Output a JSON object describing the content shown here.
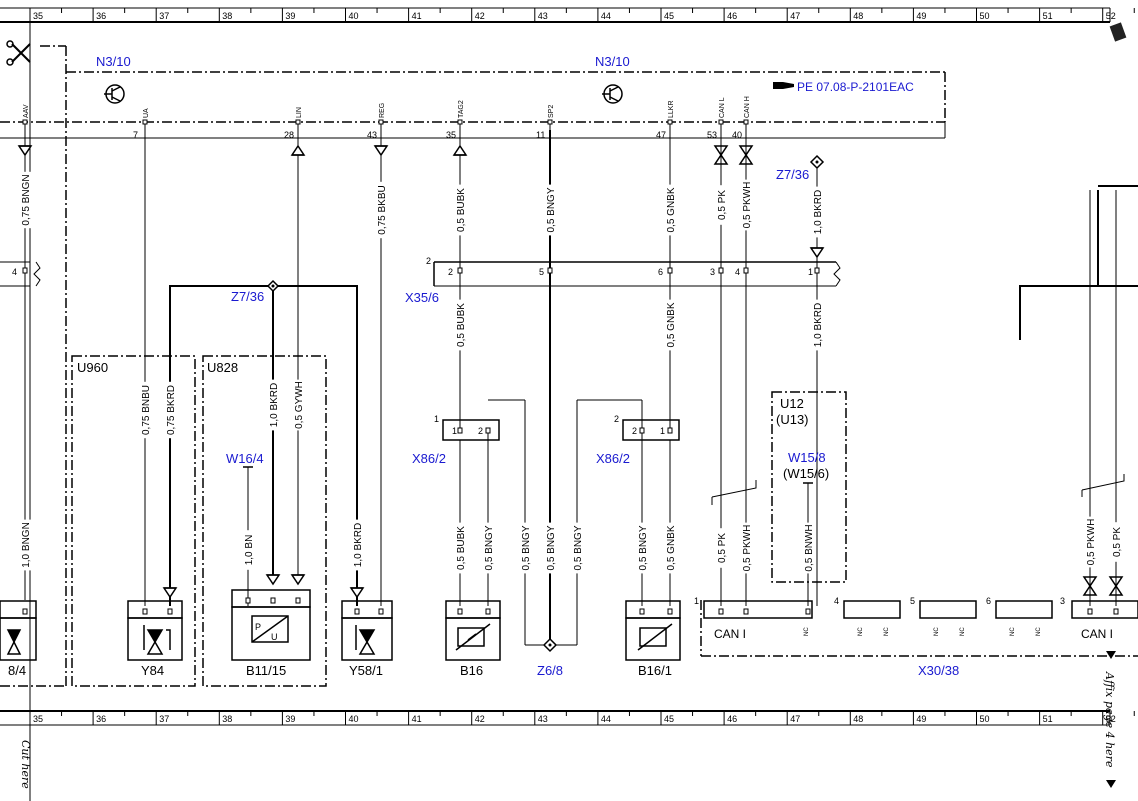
{
  "ruler": {
    "numbers": [
      "35",
      "36",
      "37",
      "38",
      "39",
      "40",
      "41",
      "42",
      "43",
      "44",
      "45",
      "46",
      "47",
      "48",
      "49",
      "50",
      "51",
      "52"
    ]
  },
  "components": {
    "n3_10_left": "N3/10",
    "n3_10_right": "N3/10",
    "pe_ref": "PE 07.08-P-2101EAC",
    "z7_36_top": "Z7/36",
    "z7_36_left": "Z7/36",
    "x35_6": "X35/6",
    "u960": "U960",
    "u828": "U828",
    "w16_4": "W16/4",
    "x86_2_left": "X86/2",
    "x86_2_right": "X86/2",
    "u12": "U12",
    "u13": "(U13)",
    "w15_8": "W15/8",
    "w15_6": "(W15/6)",
    "y84": "Y84",
    "b11_15": "B11/15",
    "y58_1": "Y58/1",
    "b16": "B16",
    "z6_8": "Z6/8",
    "b16_1": "B16/1",
    "x30_38": "X30/38",
    "left_comp": "8/4",
    "can_i_left": "CAN I",
    "can_i_right": "CAN I"
  },
  "side_text": {
    "cut_here": "Cut here",
    "affix": "Affix page 4 here"
  },
  "signals": [
    "AAV",
    "UA",
    "LIN",
    "REG",
    "TAG2",
    "SP2",
    "LLKR",
    "CAN L",
    "CAN H"
  ],
  "pins": [
    "7",
    "28",
    "43",
    "35",
    "11",
    "47",
    "53",
    "40"
  ],
  "wires": {
    "w_aav": "0,75 BNGN",
    "w_reg": "0,75 BKBU",
    "w_tag2": "0,5 BUBK",
    "w_sp2": "0,5 BNGY",
    "w_llkr": "0,5 GNBK",
    "w_canl": "0,5 PK",
    "w_canh": "0,5 PKWH",
    "w_z7": "1,0 BKRD",
    "w_tag2_b": "0,5 BUBK",
    "w_llkr_b": "0,5 GNBK",
    "w_z7_b": "1,0 BKRD",
    "w_u960_1": "0,75 BNBU",
    "w_u960_2": "0,75 BKRD",
    "w_u828_1": "1,0 BKRD",
    "w_u828_2": "0,5 GYWH",
    "w_left_low": "1,0 BNGN",
    "w_w164": "1,0 BN",
    "w_y581": "1,0 BKRD",
    "w_b16_1": "0,5 BUBK",
    "w_b16_2": "0,5 BNGY",
    "w_z68_1": "0,5 BNGY",
    "w_z68_2": "0,5 BNGY",
    "w_z68_3": "0,5 BNGY",
    "w_b161_1": "0,5 BNGY",
    "w_b161_2": "0,5 GNBK",
    "w_low_pk": "0,5 PK",
    "w_low_pkwh": "0,5 PKWH",
    "w_w158": "0,5 BNWH",
    "w_right_pkwh": "0,5 PKWH",
    "w_right_pk": "0,5 PK"
  },
  "pinlabels": {
    "x35_2": "2",
    "x35_p2": "2",
    "x35_p5": "5",
    "x35_p6": "6",
    "x35_p3": "3",
    "x35_p4": "4",
    "x35_p1": "1",
    "left4": "4",
    "x86l_1": "1",
    "x86l_p1": "1",
    "x86l_p2": "2",
    "x86r_2": "2",
    "x86r_p2": "2",
    "x86r_p1": "1",
    "x30_1": "1",
    "x30_4": "4",
    "x30_5": "5",
    "x30_6": "6",
    "x30_3": "3",
    "nc": "NC"
  },
  "colors": {
    "blue": "#1a1ad0",
    "black": "#000000"
  }
}
